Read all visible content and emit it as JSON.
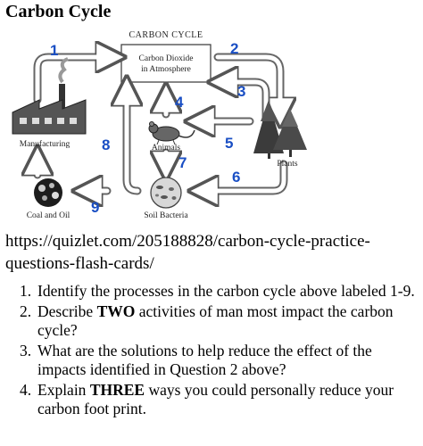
{
  "title": "Carbon Cycle",
  "diagram": {
    "heading": "CARBON CYCLE",
    "atmosphere_line1": "Carbon Dioxide",
    "atmosphere_line2": "in Atmosphere",
    "nodes": {
      "manufacturing": "Manufacturing",
      "animals": "Animals",
      "plants": "Plants",
      "coal": "Coal and Oil",
      "bacteria": "Soil Bacteria"
    },
    "numbers": [
      "1",
      "2",
      "3",
      "4",
      "5",
      "6",
      "7",
      "8",
      "9"
    ],
    "number_color": "#1a4fc4"
  },
  "source": {
    "url_line1": "https://quizlet.com/205188828/carbon-cycle-practice-",
    "url_line2": "questions-flash-cards/"
  },
  "questions": [
    {
      "num": "1.",
      "segments": [
        {
          "t": "Identify the processes in the carbon cycle above labeled 1-9."
        }
      ]
    },
    {
      "num": "2.",
      "segments": [
        {
          "t": "Describe "
        },
        {
          "t": "TWO",
          "b": true
        },
        {
          "t": " activities of man most impact the carbon cycle?"
        }
      ]
    },
    {
      "num": "3.",
      "segments": [
        {
          "t": "What are the solutions to help reduce the effect of the impacts identified in Question 2 above?"
        }
      ]
    },
    {
      "num": "4.",
      "segments": [
        {
          "t": "Explain "
        },
        {
          "t": "THREE",
          "b": true
        },
        {
          "t": " ways you could personally reduce your carbon foot print."
        }
      ]
    }
  ]
}
